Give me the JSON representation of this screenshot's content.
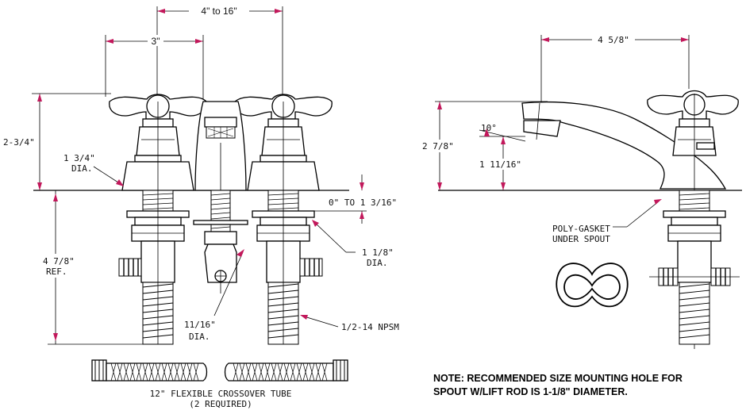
{
  "labels": {
    "dim_4_to_16": "4\" to 16\"",
    "dim_3": "3\"",
    "dim_2_3_4": "2-3/4\"",
    "dim_1_3_4": "1 3/4\"",
    "dia_1": "DIA.",
    "dim_0_to_1_3_16": "0\" TO 1 3/16\"",
    "dim_1_1_8": "1 1/8\"",
    "dia_2": "DIA.",
    "dim_4_7_8": "4 7/8\"",
    "ref": "REF.",
    "dim_11_16": "11/16\"",
    "dia_3": "DIA.",
    "npsm": "1/2-14 NPSM",
    "tube_line1": "12\" FLEXIBLE CROSSOVER TUBE",
    "tube_line2": "(2 REQUIRED)",
    "dim_4_5_8": "4 5/8\"",
    "dim_2_7_8": "2 7/8\"",
    "angle_10": "10°",
    "dim_1_11_16": "1 11/16\"",
    "gasket_line1": "POLY-GASKET",
    "gasket_line2": "UNDER SPOUT",
    "note_line1": "NOTE: RECOMMENDED SIZE MOUNTING HOLE FOR",
    "note_line2": "SPOUT W/LIFT ROD IS 1-1/8\" DIAMETER."
  },
  "colors": {
    "line": "#000000",
    "arrow": "#c2185b",
    "background": "#ffffff"
  }
}
